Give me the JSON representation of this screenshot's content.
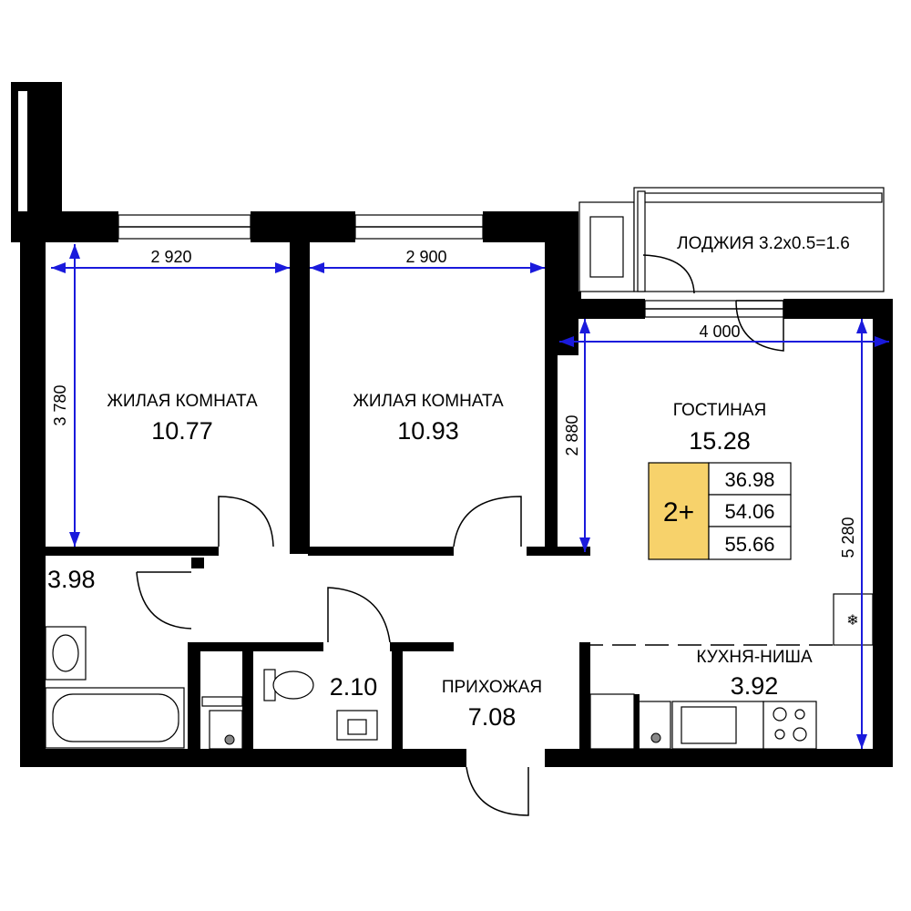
{
  "rooms": {
    "bedroom1": {
      "name": "ЖИЛАЯ КОМНАТА",
      "area": "10.77"
    },
    "bedroom2": {
      "name": "ЖИЛАЯ КОМНАТА",
      "area": "10.93"
    },
    "living": {
      "name": "ГОСТИНАЯ",
      "area": "15.28"
    },
    "loggia": {
      "name": "ЛОДЖИЯ 3.2x0.5=1.6"
    },
    "bathroom": {
      "area": "3.98"
    },
    "wc": {
      "area": "2.10"
    },
    "hallway": {
      "name": "ПРИХОЖАЯ",
      "area": "7.08"
    },
    "kitchen": {
      "name": "КУХНЯ-НИША",
      "area": "3.92"
    }
  },
  "dimensions": {
    "bedroom1_width": "2 920",
    "bedroom2_width": "2 900",
    "living_width": "4 000",
    "bedroom_depth": "3 780",
    "living_depth": "2 880",
    "total_depth": "5 280"
  },
  "summary": {
    "type": "2+",
    "living_area": "36.98",
    "total_area": "54.06",
    "total_with_loggia": "55.66",
    "badge_color": "#f7d26b"
  },
  "colors": {
    "wall": "#000000",
    "dimension": "#1a1adc"
  }
}
